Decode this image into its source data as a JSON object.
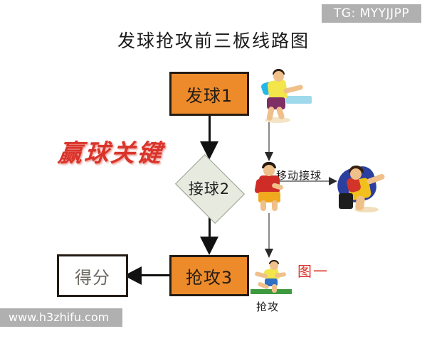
{
  "watermarks": {
    "tg_badge": "TG: MYYJJPP",
    "site": "www.h3zhifu.com"
  },
  "diagram": {
    "title": "发球抢攻前三板线路图",
    "figure_caption": "图一",
    "highlight_text": "赢球关键",
    "nodes": [
      {
        "id": "serve",
        "label": "发球1",
        "shape": "rectangle",
        "fill": "#ed8b2b"
      },
      {
        "id": "receive",
        "label": "接球2",
        "shape": "diamond",
        "fill": "#e7eadf"
      },
      {
        "id": "attack",
        "label": "抢攻3",
        "shape": "rectangle",
        "fill": "#ed8b2b"
      },
      {
        "id": "score",
        "label": "得分",
        "shape": "rectangle",
        "fill": "#ffffff"
      }
    ],
    "annotations": [
      {
        "id": "move-receive",
        "label": "移动接球"
      },
      {
        "id": "attack-photo",
        "label": "抢攻"
      }
    ],
    "figures": [
      {
        "id": "server",
        "name": "player-serving"
      },
      {
        "id": "receiver",
        "name": "player-receiving"
      },
      {
        "id": "blocker",
        "name": "player-returning"
      },
      {
        "id": "attacker",
        "name": "player-attacking"
      }
    ],
    "colors": {
      "box_orange": "#ed8b2b",
      "box_border": "#241c14",
      "diamond_fill": "#e7eadf",
      "accent_red": "#d9342b",
      "watermark_gray": "#b0b0b0"
    }
  }
}
